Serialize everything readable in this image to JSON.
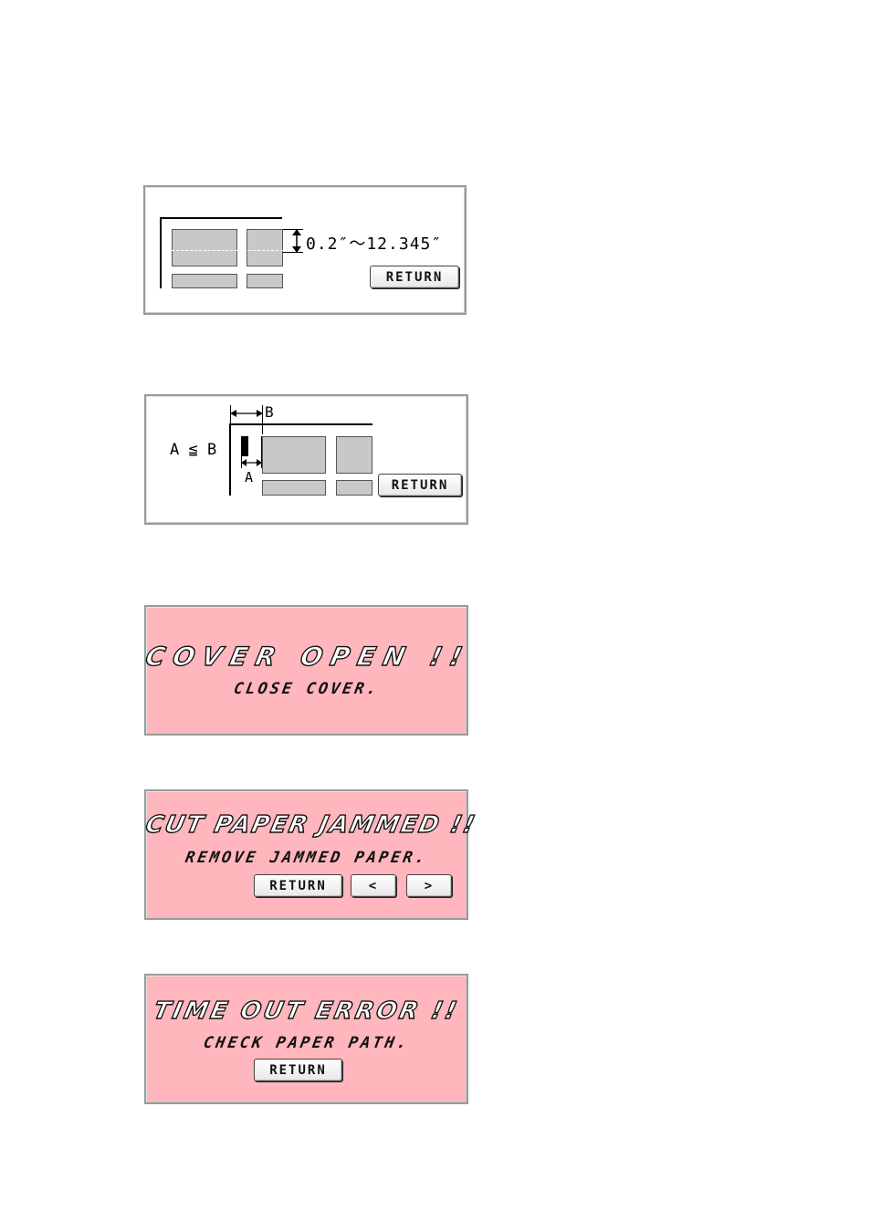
{
  "panel_length": {
    "range_label": "0.2″～12.345″",
    "return_label": "RETURN"
  },
  "panel_margin": {
    "formula": "A ≦ B",
    "label_a": "A",
    "label_b": "B",
    "return_label": "RETURN"
  },
  "panel_cover": {
    "title": "COVER OPEN !!",
    "message": "CLOSE COVER."
  },
  "panel_jam": {
    "title": "CUT PAPER JAMMED !!",
    "message": "REMOVE JAMMED PAPER.",
    "return_label": "RETURN",
    "prev_label": "<",
    "next_label": ">"
  },
  "panel_timeout": {
    "title": "TIME OUT ERROR !!",
    "message": "CHECK PAPER PATH.",
    "return_label": "RETURN"
  },
  "colors": {
    "error_bg": "#ffb6bd",
    "label_fill": "#c8c8c8"
  }
}
